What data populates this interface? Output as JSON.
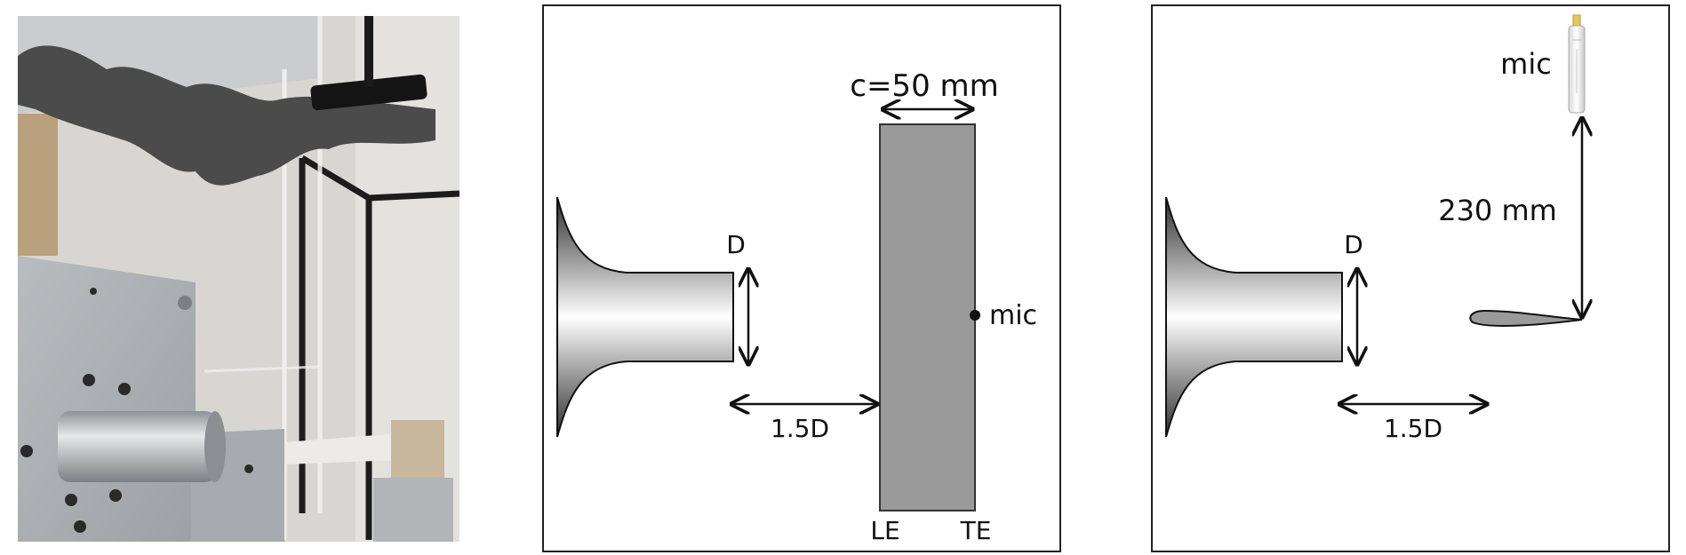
{
  "photo": {
    "colors": {
      "background": "#d9d7d3",
      "foam": "#4a4a4a",
      "aluminium": "#a9adb1",
      "frame": "#1c1c1c"
    }
  },
  "diagram_top": {
    "chord_label": "c=50 mm",
    "diameter_label": "D",
    "spacing_label": "1.5D",
    "mic_label": "mic",
    "leading_edge_label": "LE",
    "trailing_edge_label": "TE",
    "colors": {
      "plate": "#9a9a9a",
      "nozzle_dark": "#3a3a3a",
      "nozzle_light": "#ffffff"
    }
  },
  "diagram_side": {
    "diameter_label": "D",
    "spacing_label": "1.5D",
    "distance_label": "230 mm",
    "mic_label": "mic",
    "colors": {
      "airfoil": "#9a9a9a",
      "mic_body": "#f2f2f2",
      "mic_tip": "#e8c75a"
    }
  }
}
